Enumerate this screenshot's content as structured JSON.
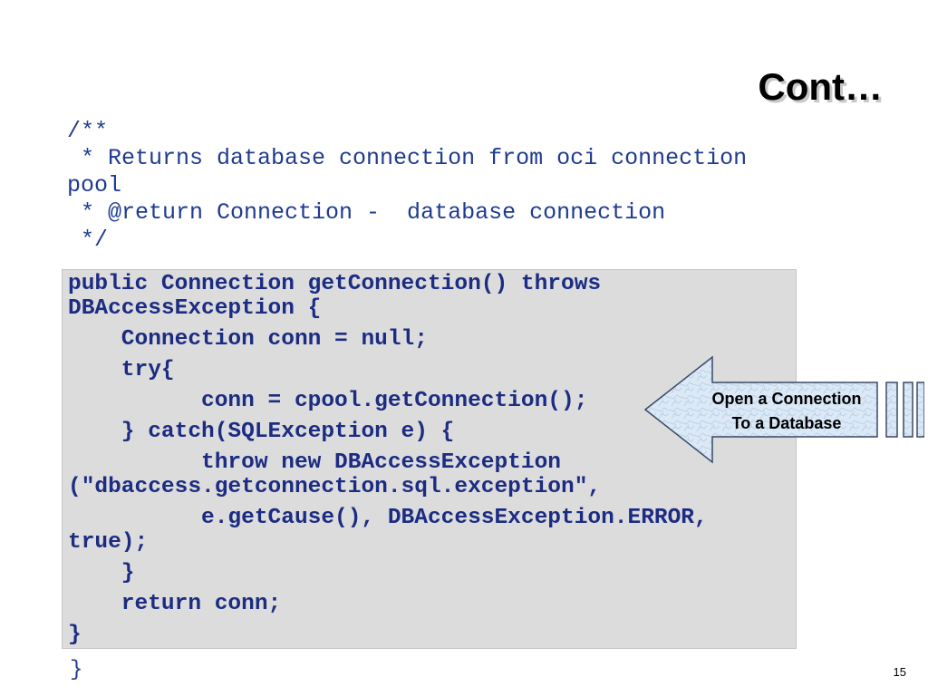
{
  "slide": {
    "title": "Cont…",
    "page_number": "15"
  },
  "comment_lines": [
    "/**",
    " * Returns database connection from oci connection",
    "pool",
    " * @return Connection -  database connection",
    " */"
  ],
  "code_lines": [
    "public Connection getConnection() throws",
    "DBAccessException {",
    "    Connection conn = null;",
    "    try{",
    "          conn = cpool.getConnection();",
    "    } catch(SQLException e) {",
    "          throw new DBAccessException",
    "(\"dbaccess.getconnection.sql.exception\",",
    "          e.getCause(), DBAccessException.ERROR,",
    "true);",
    "    }",
    "    return conn;",
    "}"
  ],
  "closing_brace": "}",
  "callout": {
    "line1": "Open a Connection",
    "line2": "To a Database"
  },
  "colors": {
    "code_text": "#1c2c82",
    "comment_text": "#1f3b8f",
    "code_background": "#dcdcdc",
    "callout_fill": "#dbe8f6",
    "callout_stroke": "#3a4a66"
  }
}
